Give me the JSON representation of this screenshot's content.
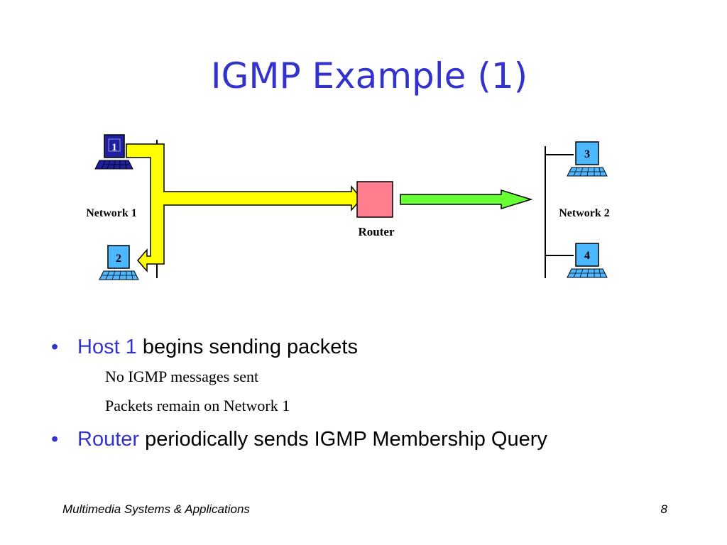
{
  "slide": {
    "title": "IGMP Example (1)"
  },
  "diagram": {
    "hosts": [
      {
        "id": "1"
      },
      {
        "id": "2"
      },
      {
        "id": "3"
      },
      {
        "id": "4"
      }
    ],
    "network1_label": "Network 1",
    "network2_label": "Network 2",
    "router_label": "Router",
    "colors": {
      "packet_flow": "#ffff00",
      "forward_flow": "#66ff33",
      "router": "#ff7f8f",
      "host_1": "#1f1fa0",
      "host_screen": "#4db8ff"
    }
  },
  "bullets": [
    {
      "highlight": "Host 1",
      "text": " begins sending packets",
      "subs": [
        "No IGMP messages sent",
        "Packets remain on Network 1"
      ]
    },
    {
      "highlight": "Router",
      "text": " periodically sends IGMP Membership Query",
      "subs": []
    }
  ],
  "footer": {
    "left": "Multimedia Systems & Applications",
    "page": "8"
  }
}
